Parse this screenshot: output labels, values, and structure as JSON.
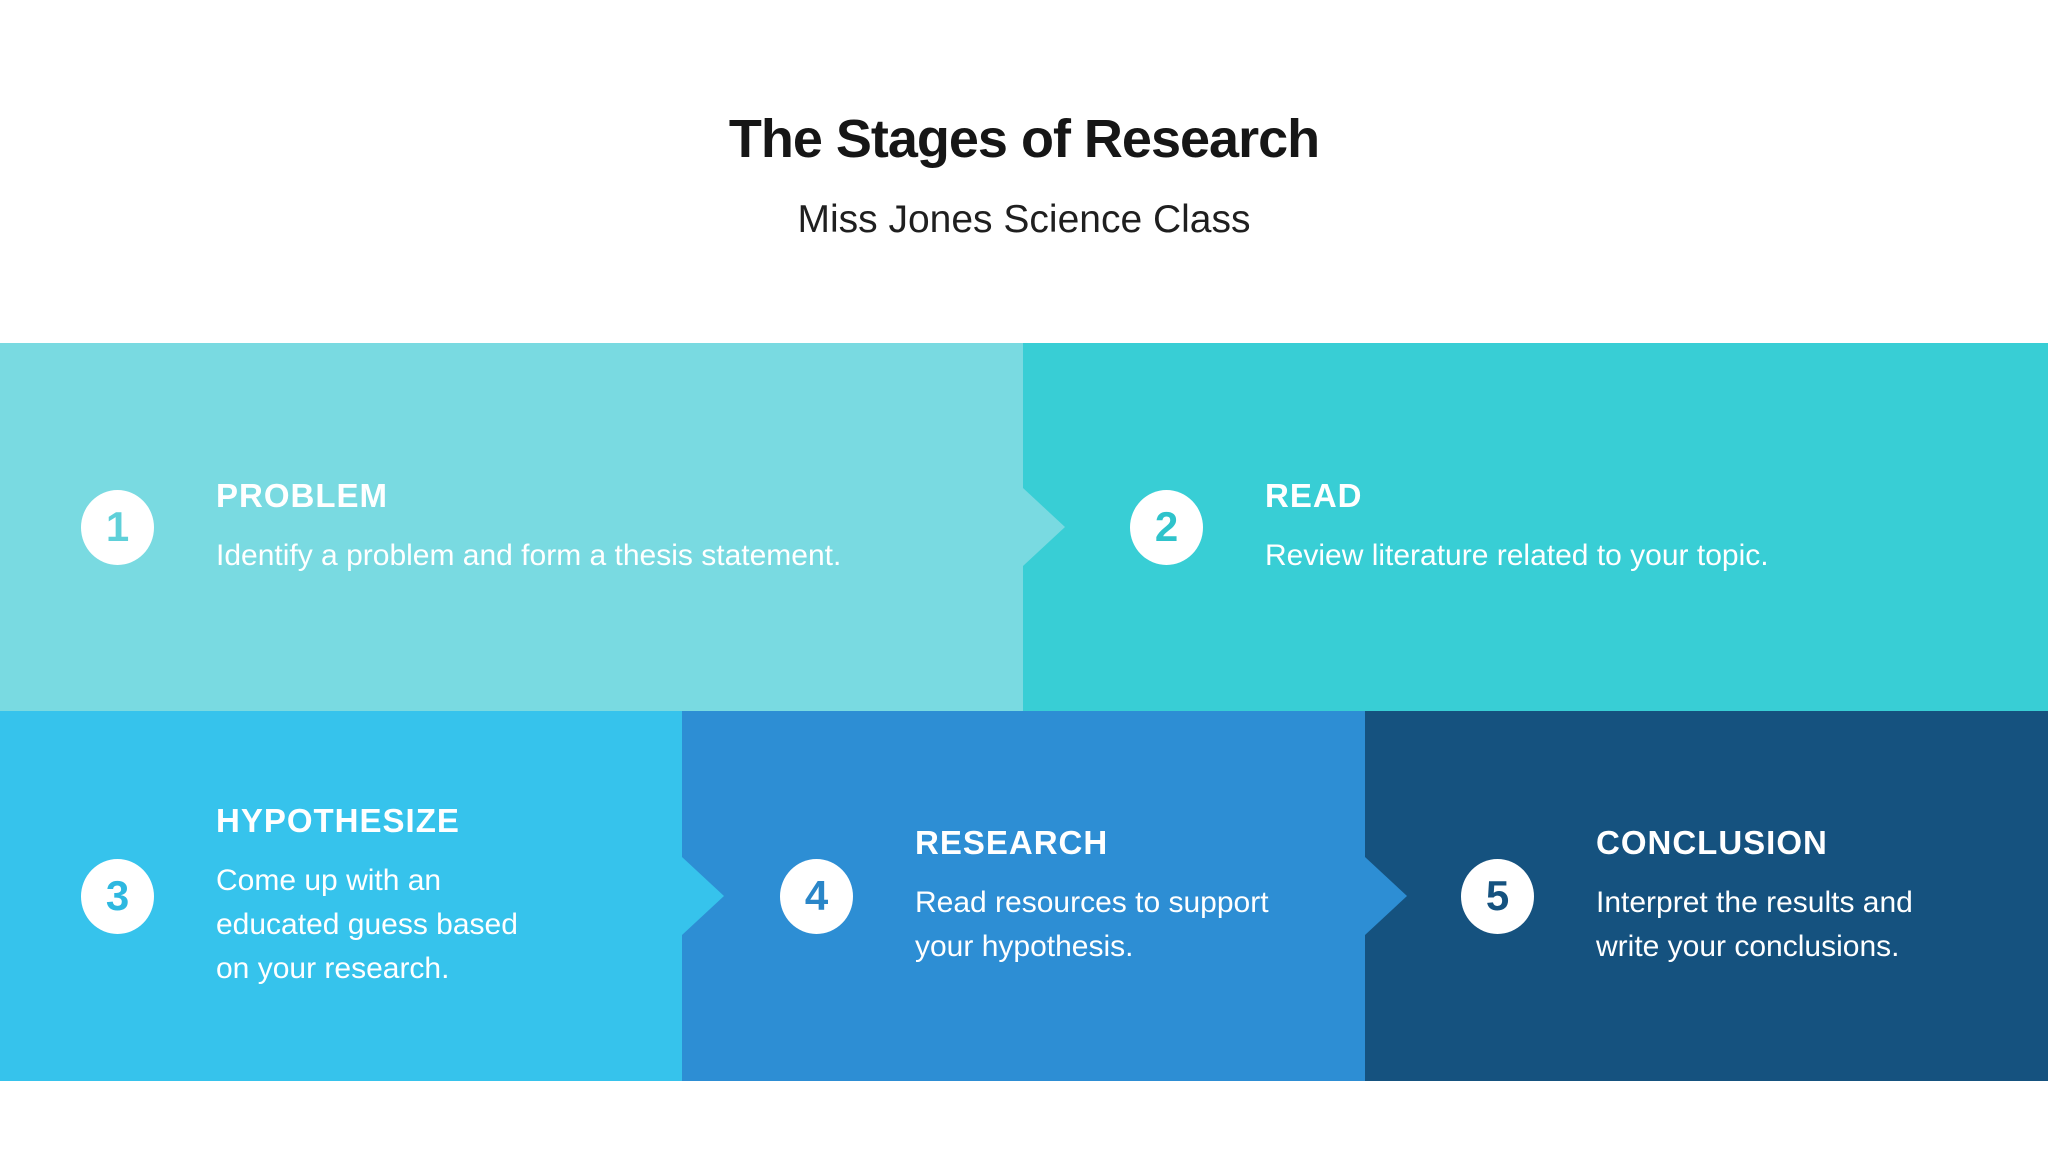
{
  "header": {
    "title": "The Stages of Research",
    "subtitle": "Miss Jones Science Class"
  },
  "stages": [
    {
      "number": "1",
      "name": "PROBLEM",
      "description": "Identify a problem and form a thesis statement.",
      "color": "#79DAE1",
      "number_color": "#5FD0D9",
      "has_arrow": true,
      "row": 1
    },
    {
      "number": "2",
      "name": "READ",
      "description": "Review literature related to your topic.",
      "color": "#38CED5",
      "number_color": "#2FC3CB",
      "has_arrow": false,
      "row": 1
    },
    {
      "number": "3",
      "name": "HYPOTHESIZE",
      "description": "Come up with an educated guess based on your research.",
      "color": "#36C3EC",
      "number_color": "#2EB8E0",
      "has_arrow": true,
      "row": 2
    },
    {
      "number": "4",
      "name": "RESEARCH",
      "description": "Read resources to support your hypothesis.",
      "color": "#2D8ED4",
      "number_color": "#2A86C8",
      "has_arrow": true,
      "row": 2
    },
    {
      "number": "5",
      "name": "CONCLUSION",
      "description": "Interpret the results and write your conclusions.",
      "color": "#15527F",
      "number_color": "#15527F",
      "has_arrow": false,
      "row": 2
    }
  ]
}
